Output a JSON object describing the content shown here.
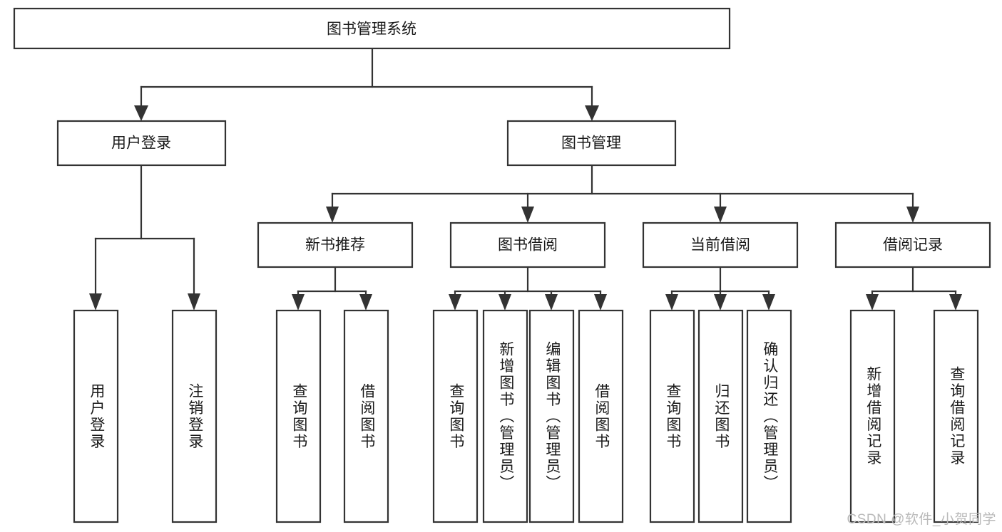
{
  "diagram": {
    "type": "tree-hierarchy",
    "title_node": {
      "label": "图书管理系统"
    },
    "level2": [
      {
        "label": "用户登录"
      },
      {
        "label": "图书管理"
      }
    ],
    "level3": [
      {
        "label": "新书推荐"
      },
      {
        "label": "图书借阅"
      },
      {
        "label": "当前借阅"
      },
      {
        "label": "借阅记录"
      }
    ],
    "leaves": {
      "user_login": [
        {
          "label": "用户登录"
        },
        {
          "label": "注销登录"
        }
      ],
      "new_book_recommend": [
        {
          "label": "查询图书"
        },
        {
          "label": "借阅图书"
        }
      ],
      "book_borrow": [
        {
          "label": "查询图书"
        },
        {
          "label": "新增图书（管理员）"
        },
        {
          "label": "编辑图书（管理员）"
        },
        {
          "label": "借阅图书"
        }
      ],
      "current_borrow": [
        {
          "label": "查询图书"
        },
        {
          "label": "归还图书"
        },
        {
          "label": "确认归还（管理员）"
        }
      ],
      "borrow_record": [
        {
          "label": "新增借阅记录"
        },
        {
          "label": "查询借阅记录"
        }
      ]
    }
  },
  "watermark": {
    "text": "CSDN @软件_小贺同学"
  },
  "colors": {
    "box_stroke": "#333333",
    "box_fill": "#ffffff",
    "text": "#1a1a1a",
    "watermark": "#b9b9b9",
    "background": "#ffffff"
  }
}
